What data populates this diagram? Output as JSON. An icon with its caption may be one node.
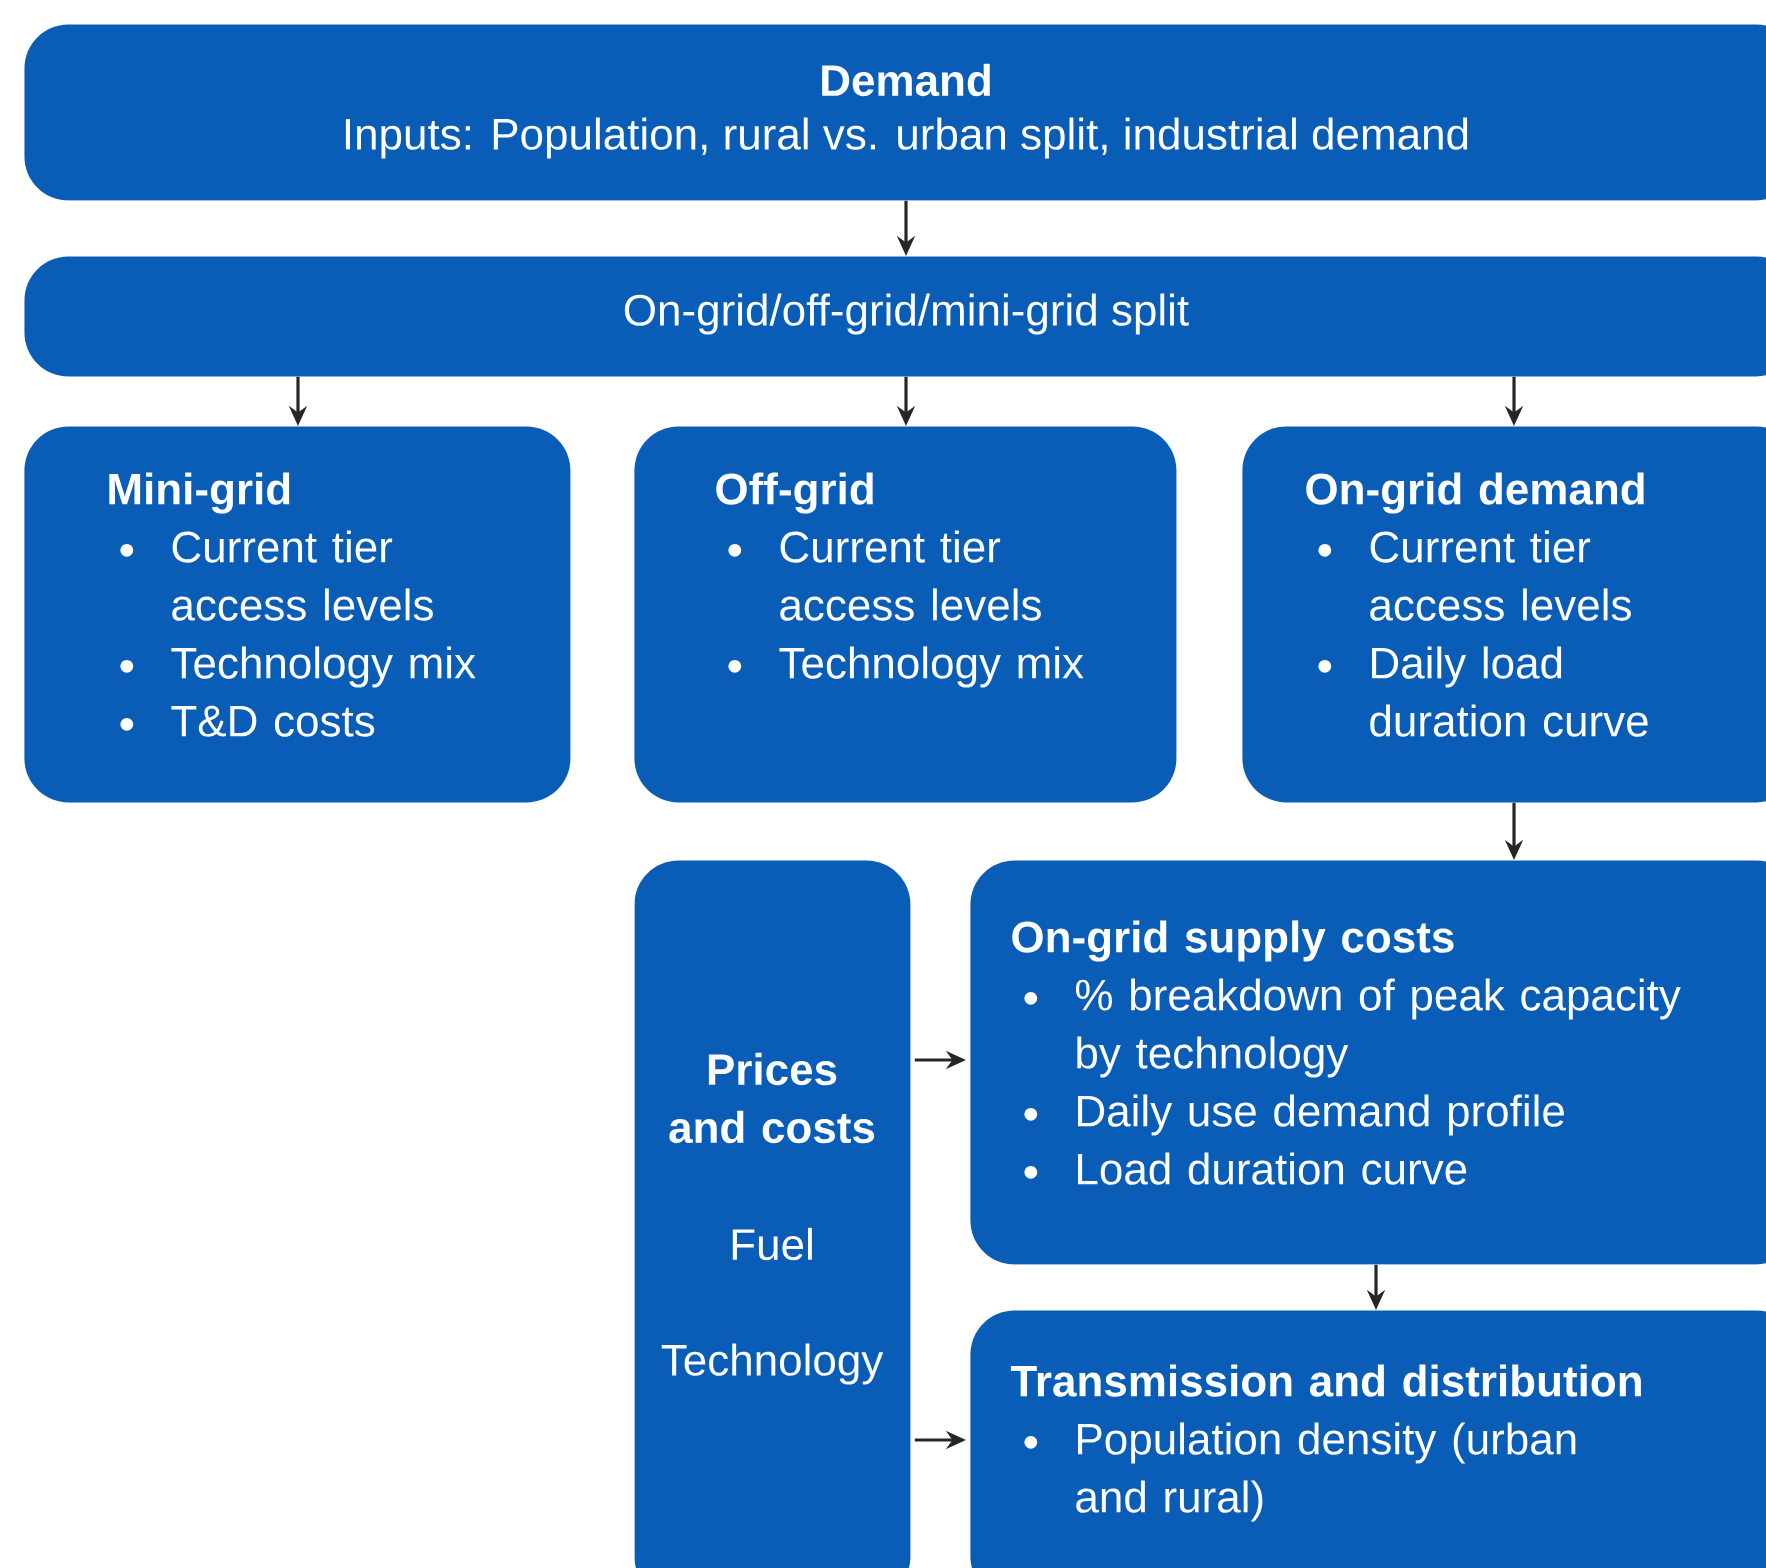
{
  "diagram": {
    "nodes": [
      {
        "text": [
          "Demand",
          "Inputs: Population, rural vs. urban split, industrial demand"
        ]
      },
      {
        "text": [
          "On-grid/off-grid/mini-grid split"
        ]
      },
      {
        "text": [
          "Mini-grid",
          "Current tier access levels",
          "Technology mix",
          "T&D costs"
        ]
      },
      {
        "text": [
          "Off-grid",
          "Current tier access levels",
          "Technology mix"
        ]
      },
      {
        "text": [
          "On-grid demand",
          "Current tier access levels",
          "Daily load duration curve"
        ]
      },
      {
        "text": [
          "Prices and costs",
          "Fuel",
          "Technology"
        ]
      },
      {
        "text": [
          "On-grid supply costs",
          "% breakdown of peak capacity by technology",
          "Daily use demand profile",
          "Load duration curve"
        ]
      },
      {
        "text": [
          "Transmission and distribution",
          "Population density (urban and rural)"
        ]
      }
    ],
    "edges": [
      {
        "from": 0,
        "to": 1,
        "arrow": "to"
      },
      {
        "from": 1,
        "to": 2,
        "arrow": "to"
      },
      {
        "from": 1,
        "to": 3,
        "arrow": "to"
      },
      {
        "from": 1,
        "to": 4,
        "arrow": "to"
      },
      {
        "from": 4,
        "to": 6,
        "arrow": "to"
      },
      {
        "from": 5,
        "to": 6,
        "arrow": "to"
      },
      {
        "from": 6,
        "to": 7,
        "arrow": "to"
      },
      {
        "from": 5,
        "to": 7,
        "arrow": "to"
      }
    ]
  }
}
